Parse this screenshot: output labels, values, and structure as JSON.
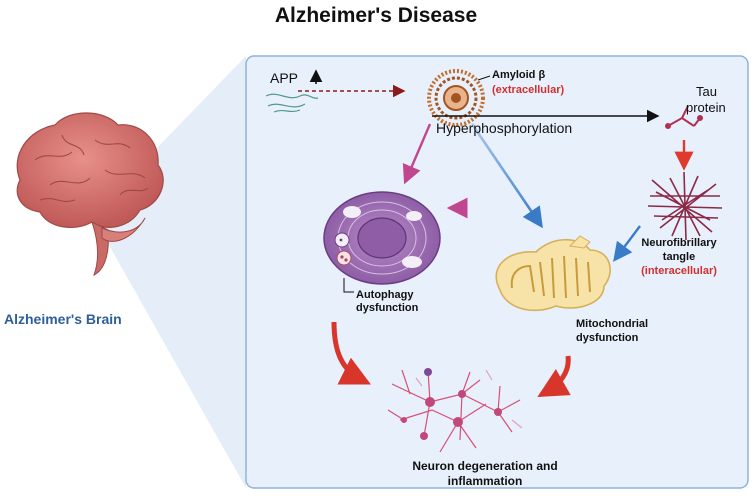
{
  "title": "Alzheimer's Disease",
  "brain_label": "Alzheimer's Brain",
  "app": {
    "label": "APP",
    "arrow": "↑"
  },
  "amyloid": {
    "name": "Amyloid β",
    "location": "(extracellular)"
  },
  "tau": {
    "line1": "Tau",
    "line2": "protein"
  },
  "hyperphosphorylation": "Hyperphosphorylation",
  "neurofibrillary": {
    "line1": "Neurofibrillary",
    "line2": "tangle",
    "location": "(interacellular)"
  },
  "autophagy": {
    "line1": "Autophagy",
    "line2": "dysfunction"
  },
  "mitochondrial": {
    "line1": "Mitochondrial",
    "line2": "dysfunction"
  },
  "neuron": {
    "line1": "Neuron  degeneration and",
    "line2": "inflammation"
  },
  "colors": {
    "panel_fill": "#e8f0fb",
    "panel_border": "#8fb3dc",
    "brain_label": "#2f5f96",
    "alert_red": "#d03030",
    "magenta_arrow": "#c0478f",
    "blue_arrow": "#3a7bc8"
  }
}
